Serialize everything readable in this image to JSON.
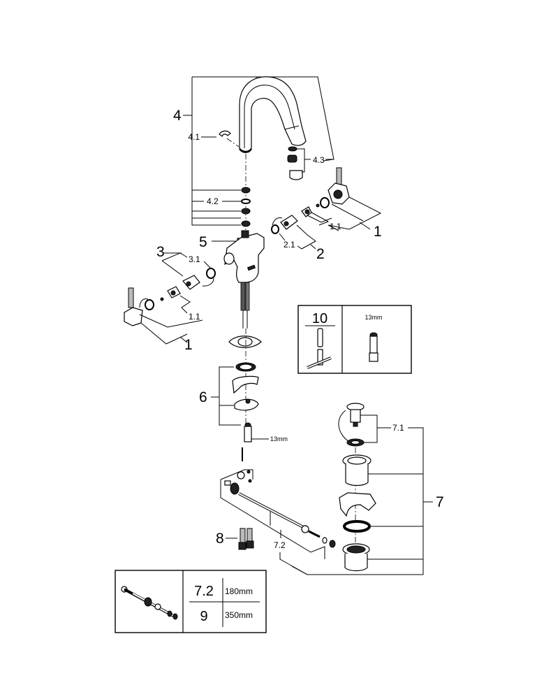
{
  "diagram": {
    "title": "Exploded parts diagram – basin mixer with pop-up waste",
    "part_labels": {
      "p1_right": "1",
      "p1_left": "1",
      "p1_1_right": "1.1",
      "p1_1_left": "1.1",
      "p2": "2",
      "p2_1": "2.1",
      "p3": "3",
      "p3_1": "3.1",
      "p4": "4",
      "p4_1": "4.1",
      "p4_2": "4.2",
      "p4_3": "4.3",
      "p5": "5",
      "p6": "6",
      "p6_wrench": "13mm",
      "p7": "7",
      "p7_1": "7.1",
      "p7_2": "7.2",
      "p8": "8"
    },
    "tool_box": {
      "part_number": "10",
      "wrench_size": "13mm"
    },
    "length_table": {
      "rows": [
        {
          "part": "7.2",
          "length": "180mm"
        },
        {
          "part": "9",
          "length": "350mm"
        }
      ]
    }
  }
}
